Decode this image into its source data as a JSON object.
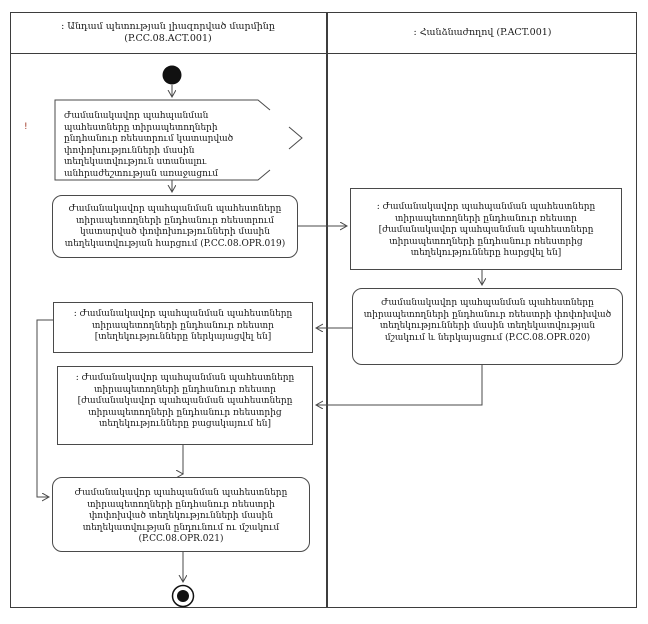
{
  "diagram": {
    "type": "uml-activity-swimlane",
    "lanes": [
      {
        "title": ": Անդամ պետության լիազորված մարմինը",
        "code": "(P.CC.08.ACT.001)"
      },
      {
        "title": ": Հանձնաժողով (P.ACT.001)",
        "code": ""
      }
    ],
    "nodes": {
      "accept_event": "Ժամանակավոր պահպանման պահեստները տիրապետողների ընդհանուր ռեեստրում կատարված փոփոխությունների մասին տեղեկատվություն ստանալու անհրաժեշտության առաջացում",
      "action_019": "Ժամանակավոր պահպանման պահեստները տիրապետողների ընդհանուր ռեեստրում կատարված փոփոխությունների մասին տեղեկատվության հարցում (P.CC.08.OPR.019)",
      "object_requested": ": Ժամանակավոր պահպանման պահեստները տիրապետողների ընդհանուր ռեեստր [ժամանակավոր պահպանման պահեստները տիրապետողների ընդհանուր ռեեստրից տեղեկությունները հարցվել են]",
      "action_020": "Ժամանակավոր պահպանման պահեստները տիրապետողների ընդհանուր ռեեստրի փոփոխված տեղեկությունների մասին տեղեկատվության մշակում և ներկայացում (P.CC.08.OPR.020)",
      "object_presented": ": Ժամանակավոր պահպանման պահեստները տիրապետողների ընդհանուր ռեեստր [տեղեկությունները ներկայացվել են]",
      "object_missing": ": Ժամանակավոր պահպանման պահեստները տիրապետողների ընդհանուր ռեեստր [ժամանակավոր պահպանման պահեստները տիրապետողների ընդհանուր ռեեստրից տեղեկությունները բացակայում են]",
      "action_021": "Ժամանակավոր պահպանման պահեստները տիրապետողների ընդհանուր ռեեստրի փոփոխված տեղեկությունների մասին տեղեկատվության ընդունում ու մշակում (P.CC.08.OPR.021)"
    },
    "warning_mark": "!",
    "colors": {
      "line": "#4a4a4a",
      "frame": "#3d3d3d",
      "text": "#1a1a1a",
      "node_fill": "#ffffff",
      "warning": "#a03825"
    }
  }
}
